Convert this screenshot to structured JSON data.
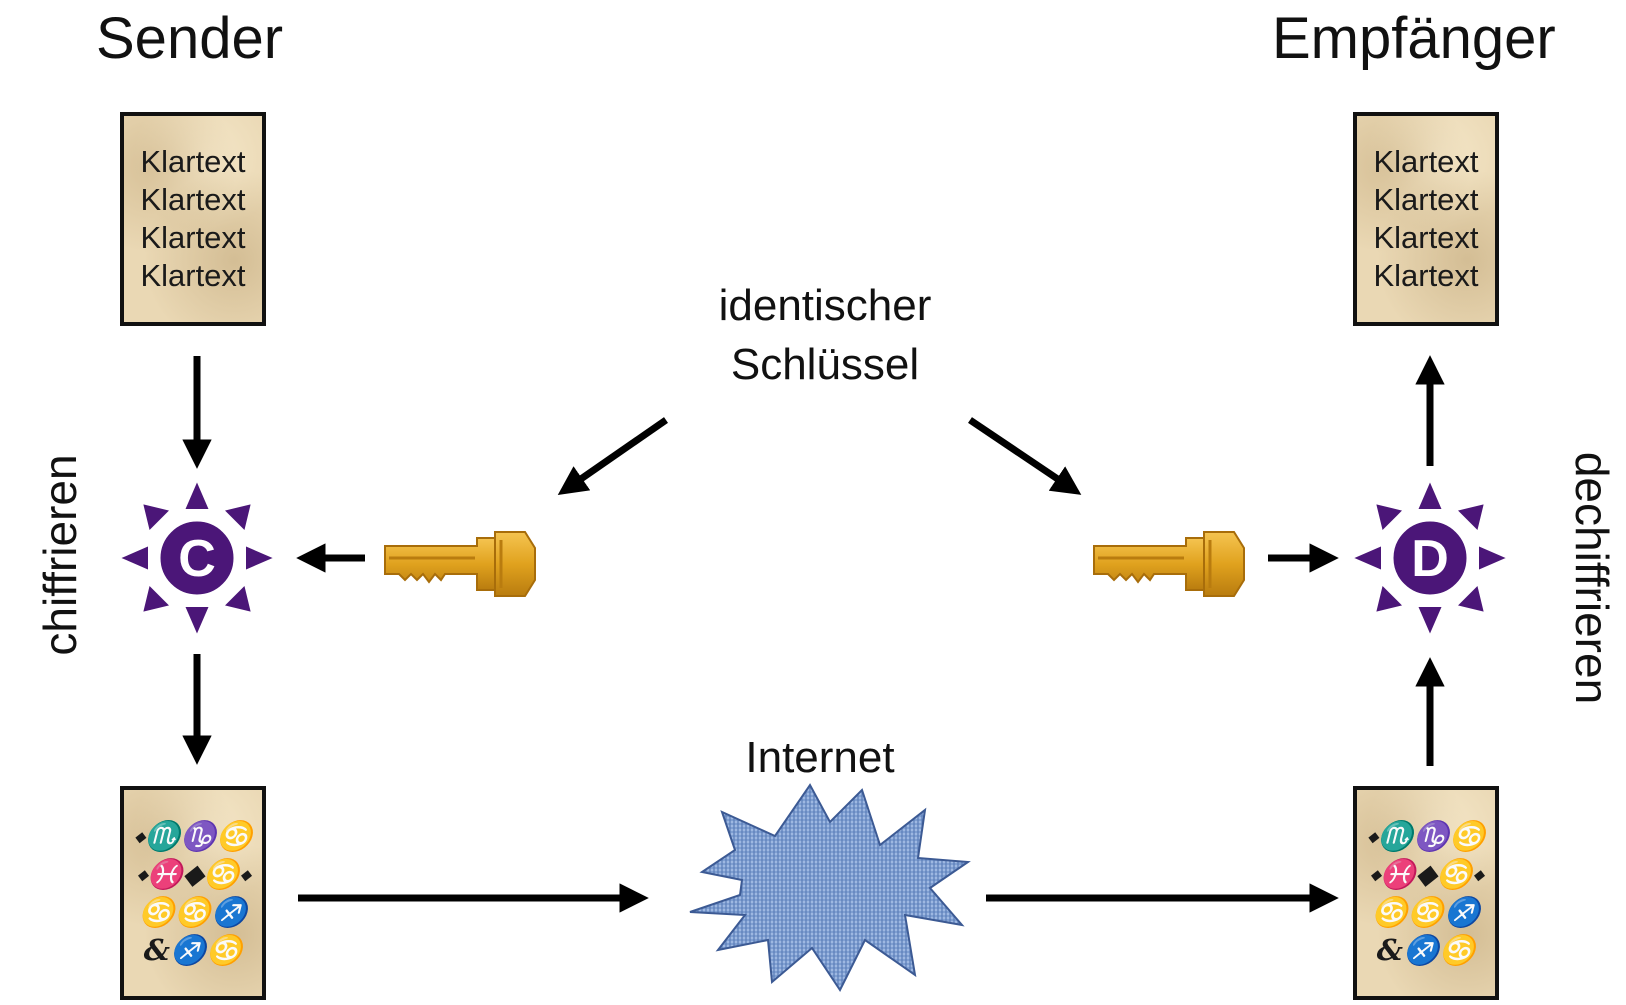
{
  "sender": {
    "title": "Sender",
    "plaintext_lines": [
      "Klartext",
      "Klartext",
      "Klartext",
      "Klartext"
    ],
    "cipher_lines": [
      "⬩♏♑♋",
      "⬩♓⬥♋⬩",
      "♋♋♐",
      "&♐♋"
    ],
    "operation_label": "chiffrieren",
    "operation_symbol": "C"
  },
  "receiver": {
    "title": "Empfänger",
    "plaintext_lines": [
      "Klartext",
      "Klartext",
      "Klartext",
      "Klartext"
    ],
    "cipher_lines": [
      "⬩♏♑♋",
      "⬩♓⬥♋⬩",
      "♋♋♐",
      "&♐♋"
    ],
    "operation_label": "dechiffrieren",
    "operation_symbol": "D"
  },
  "key": {
    "label_line1": "identischer",
    "label_line2": "Schlüssel"
  },
  "network": {
    "label": "Internet"
  },
  "colors": {
    "key_gold": "#e0a21e",
    "star_purple": "#4b1678",
    "cloud_blue": "#7f9fd1",
    "paper": "#ead8b4"
  }
}
